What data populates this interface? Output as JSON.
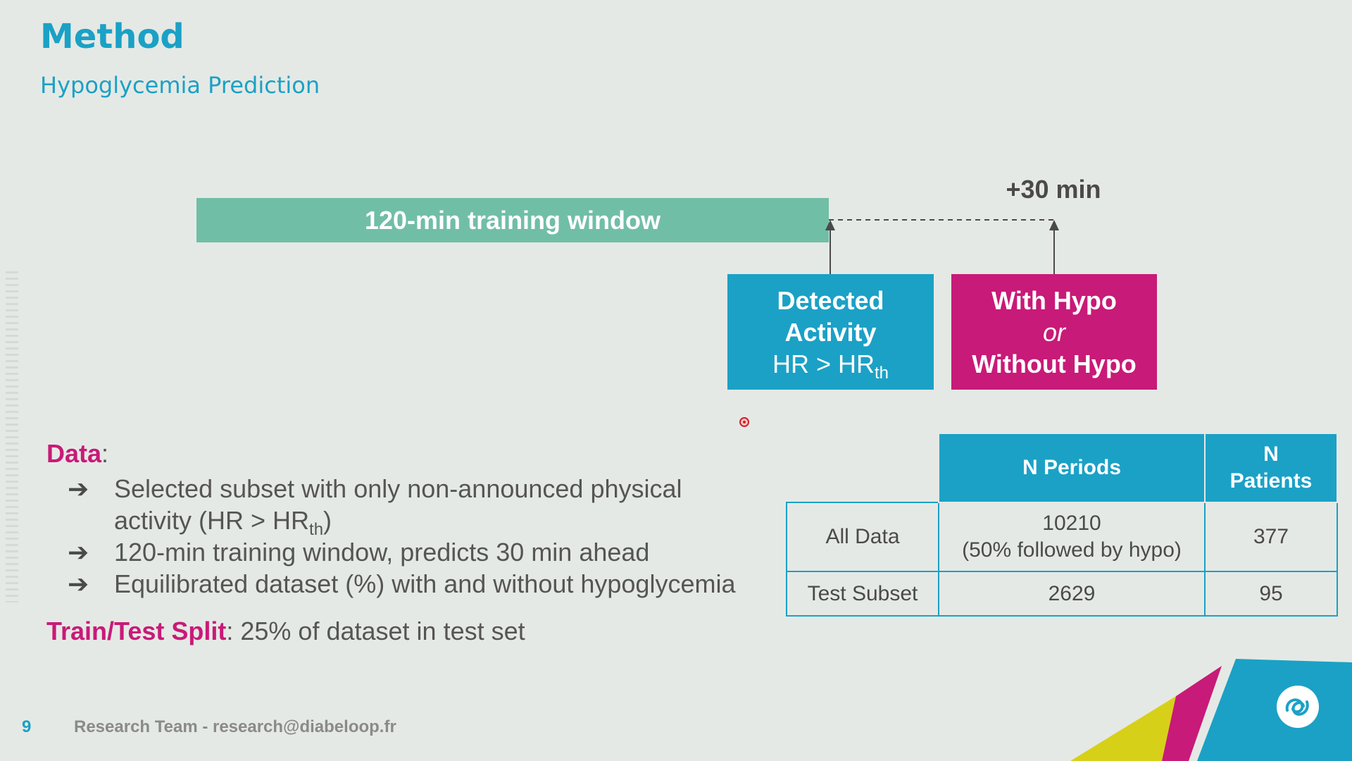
{
  "slide": {
    "title": "Method",
    "subtitle": "Hypoglycemia Prediction",
    "page_number": "9",
    "footer": "Research Team - research@diabeloop.fr"
  },
  "diagram": {
    "training_window": "120-min training window",
    "offset_label": "+30 min",
    "activity_box": {
      "line1": "Detected",
      "line2": "Activity",
      "line3": "HR > HR",
      "line3_sub": "th"
    },
    "hypo_box": {
      "line1": "With Hypo",
      "line2": "or",
      "line3": "Without Hypo"
    }
  },
  "data_section": {
    "label": "Data",
    "colon": ":",
    "bullets": [
      {
        "text_line1": "Selected subset with only non-announced physical",
        "text_line2": "activity (HR > HR",
        "sub": "th",
        "tail": ")"
      },
      {
        "text": "120-min training window, predicts 30 min ahead"
      },
      {
        "text": "Equilibrated dataset (%) with and without hypoglycemia"
      }
    ],
    "arrow_glyph": "➔",
    "split_label": "Train/Test Split",
    "split_text": ": 25% of dataset in test set"
  },
  "table": {
    "headers": [
      "N Periods",
      "N Patients"
    ],
    "rows": [
      {
        "label": "All Data",
        "periods_line1": "10210",
        "periods_line2": "(50% followed by hypo)",
        "patients": "377"
      },
      {
        "label": "Test Subset",
        "periods": "2629",
        "patients": "95"
      }
    ]
  },
  "colors": {
    "accent_blue": "#1ba1c6",
    "accent_magenta": "#c81a78",
    "training_green": "#71bea6",
    "corner_yellow": "#d7d019"
  }
}
